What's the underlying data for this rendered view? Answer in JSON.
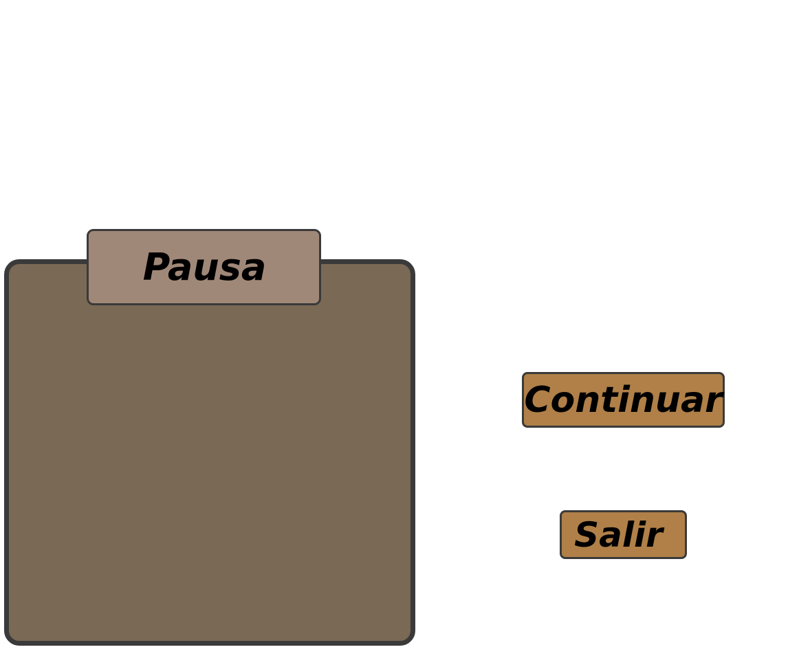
{
  "pause_menu": {
    "title": "Pausa",
    "buttons": {
      "continue_label": "Continuar",
      "exit_label": "Salir"
    }
  },
  "colors": {
    "panel": "#7a6955",
    "title_tab": "#a08878",
    "button": "#b08048",
    "border": "#3a3a3a"
  }
}
